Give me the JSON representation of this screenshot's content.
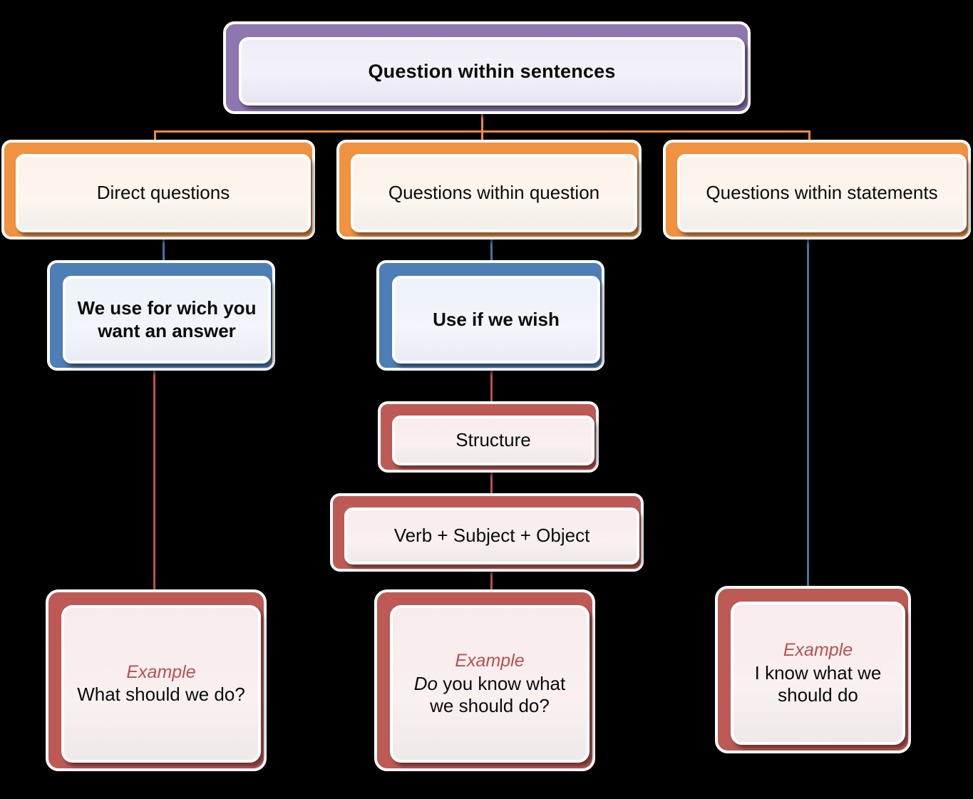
{
  "diagram": {
    "title": "Question within sentences",
    "background_color": "#000000",
    "palette": {
      "root": "#8E76AE",
      "level2": "#F0923F",
      "level3": "#4E7EB6",
      "level4": "#BD5A56",
      "example_label": "#B9504F"
    },
    "root": {
      "label": "Question within sentences"
    },
    "branches": [
      {
        "id": "direct-questions",
        "label": "Direct questions",
        "detail": "We use for wich you want an answer",
        "example_label": "Example",
        "example_text": "What should we do?",
        "example_italic_prefix": ""
      },
      {
        "id": "questions-within-question",
        "label": "Questions within question",
        "detail": "Use if we wish",
        "structure_label": "Structure",
        "structure_formula": "Verb + Subject  + Object",
        "example_label": "Example",
        "example_italic_prefix": "Do",
        "example_text": " you know what we should do?"
      },
      {
        "id": "questions-within-statements",
        "label": "Questions within statements",
        "example_label": "Example",
        "example_text": "I know what we should do",
        "example_italic_prefix": ""
      }
    ]
  }
}
